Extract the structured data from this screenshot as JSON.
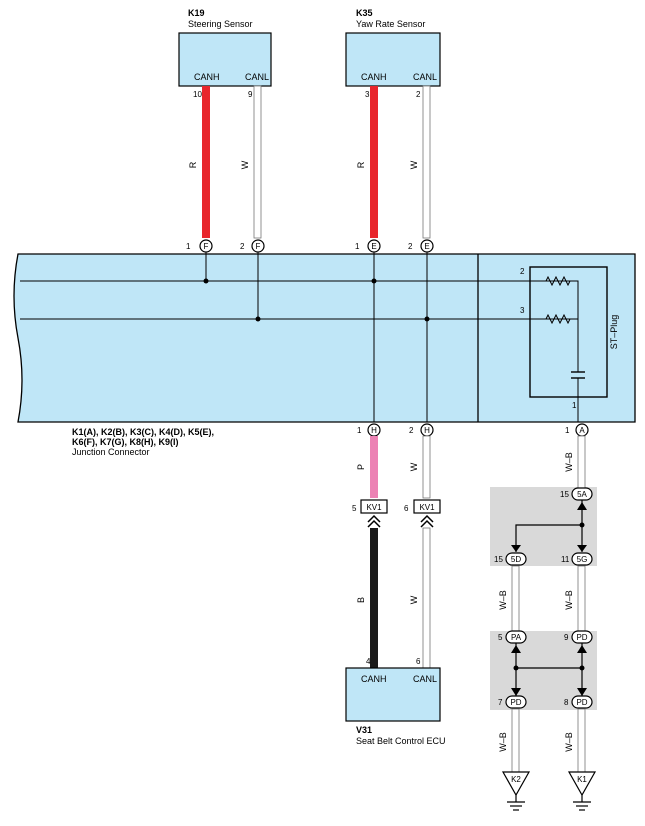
{
  "components": {
    "k19": {
      "code": "K19",
      "name": "Steering Sensor",
      "pin_canh": "CANH",
      "pin_canl": "CANL",
      "num_canh": "10",
      "num_canl": "9"
    },
    "k35": {
      "code": "K35",
      "name": "Yaw Rate Sensor",
      "pin_canh": "CANH",
      "pin_canl": "CANL",
      "num_canh": "3",
      "num_canl": "2"
    },
    "v31": {
      "code": "V31",
      "name": "Seat Belt Control ECU",
      "pin_canh": "CANH",
      "pin_canl": "CANL",
      "num_canh": "4",
      "num_canl": "6"
    }
  },
  "junction": {
    "line1": "K1(A), K2(B), K3(C), K4(D), K5(E),",
    "line2": "K6(F), K7(G), K8(H), K9(I)",
    "name": "Junction Connector",
    "st_plug": "ST–Plug",
    "pin_2": "2",
    "pin_3": "3",
    "pin_1": "1"
  },
  "top_connectors": [
    {
      "num": "1",
      "letter": "F"
    },
    {
      "num": "2",
      "letter": "F"
    },
    {
      "num": "1",
      "letter": "E"
    },
    {
      "num": "2",
      "letter": "E"
    }
  ],
  "bottom_connectors": [
    {
      "num": "1",
      "letter": "H"
    },
    {
      "num": "2",
      "letter": "H"
    },
    {
      "num": "1",
      "letter": "A"
    }
  ],
  "wire_colors": {
    "k19_canh": "R",
    "k19_canl": "W",
    "k35_canh": "R",
    "k35_canl": "W",
    "h1": "P",
    "h2": "W",
    "a1": "W–B",
    "kv1_canh": "B",
    "kv1_canl": "W",
    "j5d": "W–B",
    "j5g": "W–B",
    "g1": "W–B",
    "g2": "W–B"
  },
  "kv1": {
    "label": "KV1",
    "num1": "5",
    "num2": "6"
  },
  "junction_blocks": {
    "j5a": {
      "num": "15",
      "label": "5A"
    },
    "j5d": {
      "num": "15",
      "label": "5D"
    },
    "j5g": {
      "num": "11",
      "label": "5G"
    },
    "jpa": {
      "num": "5",
      "label": "PA"
    },
    "jpd_top": {
      "num": "9",
      "label": "PD"
    },
    "jpd_bl": {
      "num": "7",
      "label": "PD"
    },
    "jpd_br": {
      "num": "8",
      "label": "PD"
    }
  },
  "grounds": [
    {
      "label": "K2"
    },
    {
      "label": "K1"
    }
  ],
  "colors": {
    "red_wire": "#e8262c",
    "pink_wire": "#ec82b4",
    "black_wire": "#1a1a1a",
    "box_fill": "#bfe6f7",
    "gray_block": "#d9d9d9"
  }
}
